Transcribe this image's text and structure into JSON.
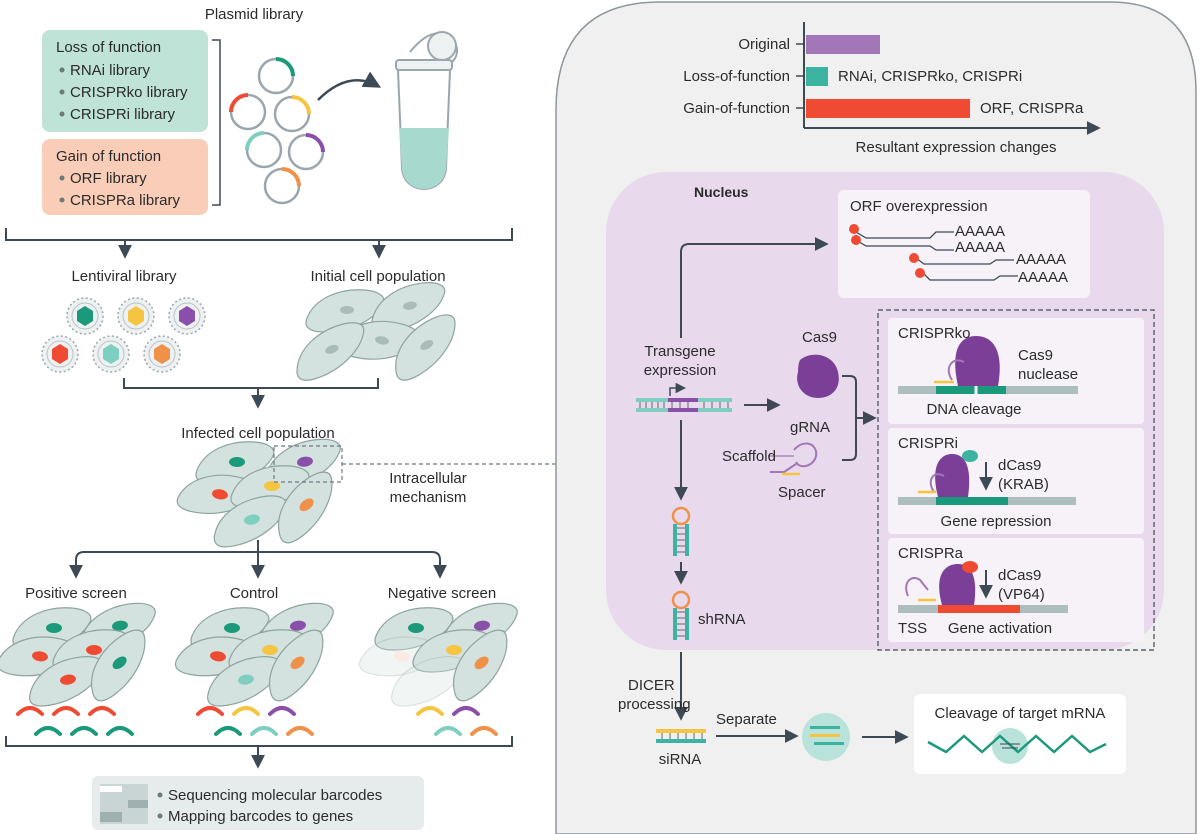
{
  "left": {
    "plasmid_title": "Plasmid library",
    "lof_box": {
      "title": "Loss of function",
      "items": [
        "RNAi library",
        "CRISPRko library",
        "CRISPRi library"
      ]
    },
    "gof_box": {
      "title": "Gain of function",
      "items": [
        "ORF library",
        "CRISPRa library"
      ]
    },
    "lentiviral_label": "Lentiviral library",
    "initial_cells_label": "Initial cell population",
    "infected_label": "Infected cell population",
    "intracellular_label": [
      "Intracellular",
      "mechanism"
    ],
    "screens": [
      "Positive screen",
      "Control",
      "Negative screen"
    ],
    "sequencing": [
      "Sequencing molecular barcodes",
      "Mapping barcodes to genes"
    ]
  },
  "expression_chart": {
    "rows": [
      {
        "label": "Original",
        "bar_label": "",
        "color": "#a376b7"
      },
      {
        "label": "Loss-of-function",
        "bar_label": "RNAi, CRISPRko, CRISPRi",
        "color": "#3bb3a0"
      },
      {
        "label": "Gain-of-function",
        "bar_label": "ORF, CRISPRa",
        "color": "#ee4b32"
      }
    ],
    "axis_label": "Resultant expression changes"
  },
  "nucleus": {
    "title": "Nucleus",
    "orf_title": "ORF overexpression",
    "polya": [
      "AAAAA",
      "AAAAA",
      "AAAAA",
      "AAAAA"
    ],
    "transgene": [
      "Transgene",
      "expression"
    ],
    "cas9": "Cas9",
    "grna": "gRNA",
    "scaffold": "Scaffold",
    "spacer": "Spacer",
    "crisprko": {
      "title": "CRISPRko",
      "enzyme": [
        "Cas9",
        "nuclease"
      ],
      "caption": "DNA cleavage"
    },
    "crispri": {
      "title": "CRISPRi",
      "enzyme": [
        "dCas9",
        "(KRAB)"
      ],
      "caption": "Gene repression"
    },
    "crispra": {
      "title": "CRISPRa",
      "enzyme": [
        "dCas9",
        "(VP64)"
      ],
      "caption": "Gene activation",
      "tss": "TSS"
    },
    "shrna": "shRNA"
  },
  "cytoplasm": {
    "dicer": [
      "DICER",
      "processing"
    ],
    "sirna": "siRNA",
    "separate": "Separate",
    "cleavage": "Cleavage of target mRNA"
  },
  "colors": {
    "teal": "#3bb3a0",
    "purple": "#7b3f98",
    "red": "#ee4b32",
    "yellow": "#f5c542",
    "orange": "#f0914a",
    "green": "#1a9a7b",
    "lof_box": "#bfe3d6",
    "gof_box": "#f9cdb8",
    "cell": "#d4e2df",
    "nucleus": "#e8daec",
    "line": "#3d4a55"
  }
}
